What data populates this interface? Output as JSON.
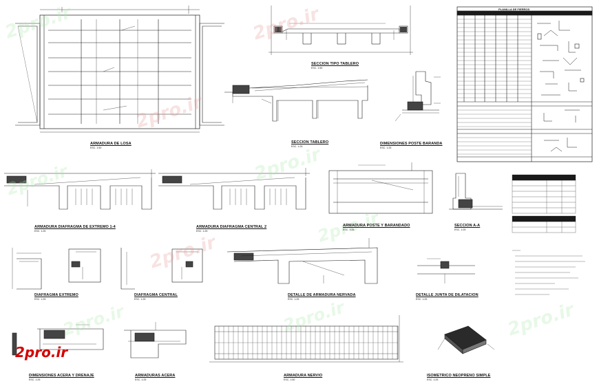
{
  "watermark": {
    "text": "2pro.ir"
  },
  "brand": {
    "text": "2pro.ir"
  },
  "labels": {
    "armadura_de_losa": "ARMADURA DE LOSA",
    "seccion_tipo_tablero": "SECCION TIPO TABLERO",
    "seccion_tablero": "SECCION TABLERO",
    "dimensiones_poste_baranda": "DIMENSIONES POSTE BARANDA",
    "armadura_diafragma_extremo": "ARMADURA DIAFRAGMA DE EXTREMO 1-4",
    "armadura_diafragma_central": "ARMADURA DIAFRAGMA CENTRAL 2",
    "armadura_poste_barandado": "ARMADURA POSTE Y BARANDADO",
    "seccion_a_a": "SECCION A-A",
    "diafragma_extremo": "DIAFRAGMA EXTREMO",
    "diafragma_central": "DIAFRAGMA CENTRAL",
    "detalle_armadura_nervada": "DETALLE DE ARMADURA NERVADA",
    "detalle_junta_dilatacion": "DETALLE JUNTA DE DILATACION",
    "dimensiones_acera_drenaje": "DIMENSIONES ACERA Y DRENAJE",
    "armaduras_acera": "ARMADURAS ACERA",
    "armadura_nervio": "ARMADURA NERVIO",
    "isometrico_neopreno": "ISOMETRICO NEOPRENO SIMPLE"
  },
  "scales": {
    "s1": "ESC. 1:50",
    "s2": "ESC. 1:50",
    "s3": "ESC. 1:25",
    "s4": "ESC. 1:25",
    "s5": "ESC. 1:25",
    "s6": "ESC. 1:25",
    "s7": "ESC. 1:25",
    "s8": "ESC. 1:25",
    "s9": "ESC. 1:25",
    "s10": "ESC. 1:25",
    "s11": "ESC. 1:25",
    "s12": "ESC. 1:25",
    "s13": "ESC. 1:25",
    "s14": "ESC. 1:25",
    "s15": "ESC. 1:50",
    "s16": "ESC. 1:25"
  },
  "tables": {
    "planilla_title": "PLANILLA DE FIERROS"
  },
  "colors": {
    "line": "#1a1a1a",
    "brand": "#d40000",
    "watermark_green": "#aae6aa",
    "watermark_red": "#e69696"
  }
}
